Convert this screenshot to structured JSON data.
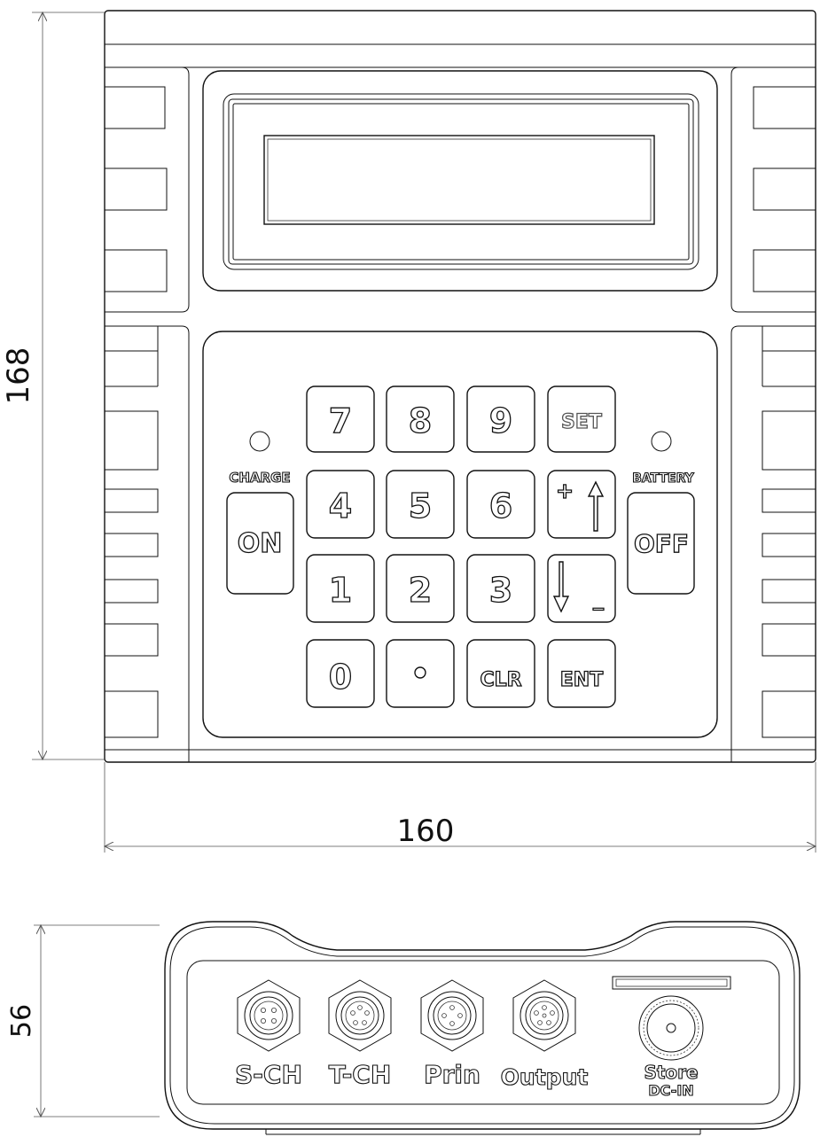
{
  "dimensions": {
    "height_main": "168",
    "width_main": "160",
    "height_side": "56"
  },
  "keypad": {
    "rows": [
      [
        "7",
        "8",
        "9",
        "SET"
      ],
      [
        "4",
        "5",
        "6",
        ""
      ],
      [
        "1",
        "2",
        "3",
        ""
      ],
      [
        "0",
        "",
        "CLR",
        "ENT"
      ]
    ],
    "plus_label": "+",
    "minus_label": "_"
  },
  "power": {
    "on_label": "ON",
    "off_label": "OFF",
    "charge_label": "CHARGE",
    "battery_label": "BATTERY"
  },
  "connectors": [
    {
      "label": "S-CH"
    },
    {
      "label": "T-CH"
    },
    {
      "label": "Prin"
    },
    {
      "label": "Output"
    }
  ],
  "dc_port": {
    "label_top": "Store",
    "label_bottom": "DC-IN"
  }
}
